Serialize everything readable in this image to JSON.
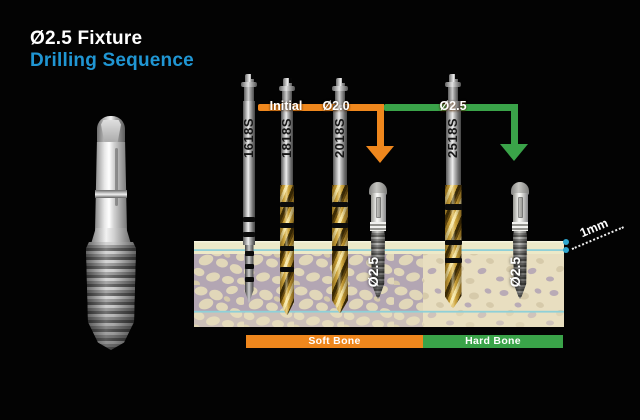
{
  "title": {
    "product": "Ø2.5 Fixture",
    "subtitle": "Drilling Sequence"
  },
  "drills": [
    {
      "label": "1618S"
    },
    {
      "label": "1818S"
    },
    {
      "label": "2018S"
    },
    {
      "label": "2518S"
    }
  ],
  "sequence_steps": [
    {
      "label": "Initial"
    },
    {
      "label": "Ø2.0"
    },
    {
      "label": "Ø2.5"
    }
  ],
  "implants": [
    {
      "label": "Ø2.5"
    },
    {
      "label": "Ø2.5"
    }
  ],
  "annotation": {
    "cortical_thickness": "1mm"
  },
  "bone_legend": {
    "soft": "Soft Bone",
    "hard": "Hard Bone"
  },
  "colors": {
    "accent_blue": "#2096d3",
    "soft_bone_orange": "#ef871d",
    "hard_bone_green": "#3aa349",
    "guide_line_cyan": "#8fd0d8",
    "marker_dot_blue": "#2fa6ce",
    "drill_gold": "#c79d35",
    "bone_cortical_cream": "#ede9c8",
    "bone_matrix_soft": "#b3a6b3",
    "bone_matrix_hard": "#e8dec0"
  }
}
